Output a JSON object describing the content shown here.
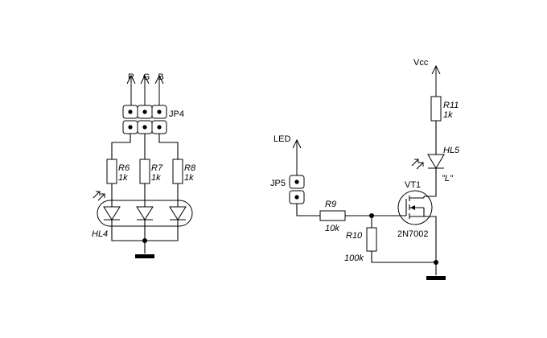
{
  "left": {
    "signals": [
      "R",
      "G",
      "B"
    ],
    "header": "JP4",
    "resistors": [
      {
        "ref": "R6",
        "value": "1k"
      },
      {
        "ref": "R7",
        "value": "1k"
      },
      {
        "ref": "R8",
        "value": "1k"
      }
    ],
    "led": "HL4"
  },
  "right": {
    "supply": "Vcc",
    "r11": {
      "ref": "R11",
      "value": "1k"
    },
    "led": {
      "ref": "HL5",
      "caption": "\"L\""
    },
    "input": "LED",
    "header": "JP5",
    "r9": {
      "ref": "R9",
      "value": "10k"
    },
    "r10": {
      "ref": "R10",
      "value": "100k"
    },
    "transistor": {
      "ref": "VT1",
      "part": "2N7002"
    }
  }
}
